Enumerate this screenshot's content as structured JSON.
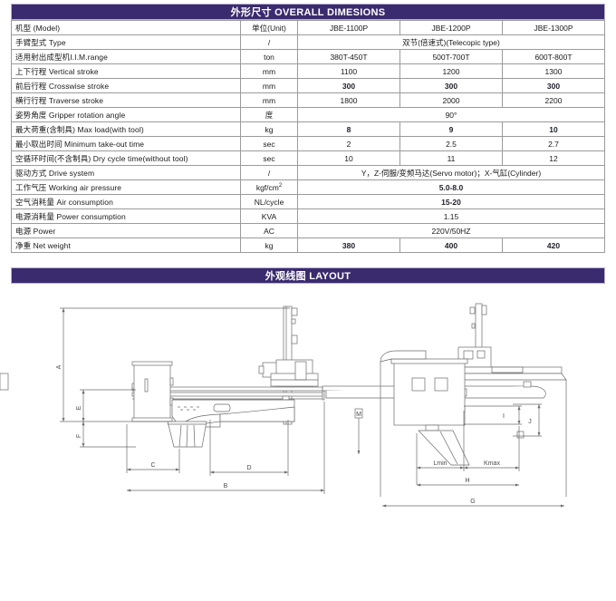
{
  "sections": {
    "dimensions_title": "外形尺寸 OVERALL DIMESIONS",
    "layout_title": "外观线图 LAYOUT"
  },
  "colors": {
    "banner_bg": "#3a2b6e",
    "banner_text": "#ffffff",
    "table_border": "#9b9b9b"
  },
  "spec_table": {
    "columns": [
      "机型 (Model)",
      "单位(Unit)",
      "JBE-1100P",
      "JBE-1200P",
      "JBE-1300P"
    ],
    "rows": [
      {
        "label": "机型 (Model)",
        "unit": "单位(Unit)",
        "values": [
          "JBE-1100P",
          "JBE-1200P",
          "JBE-1300P"
        ],
        "span": false,
        "bold": false
      },
      {
        "label": "手臂型式 Type",
        "unit": "/",
        "values": [
          "双节(倍速式)(Telecopic type)"
        ],
        "span": true,
        "bold": false
      },
      {
        "label": "适用射出成型机I.I.M.range",
        "unit": "ton",
        "values": [
          "380T-450T",
          "500T-700T",
          "600T-800T"
        ],
        "span": false,
        "bold": false
      },
      {
        "label": "上下行程 Vertical stroke",
        "unit": "mm",
        "values": [
          "1100",
          "1200",
          "1300"
        ],
        "span": false,
        "bold": false
      },
      {
        "label": "前后行程 Crosswise stroke",
        "unit": "mm",
        "values": [
          "300",
          "300",
          "300"
        ],
        "span": false,
        "bold": true
      },
      {
        "label": "横行行程 Traverse stroke",
        "unit": "mm",
        "values": [
          "1800",
          "2000",
          "2200"
        ],
        "span": false,
        "bold": false
      },
      {
        "label": "姿势角度 Gripper rotation angle",
        "unit": "度",
        "values": [
          "90°"
        ],
        "span": true,
        "bold": false
      },
      {
        "label": "最大荷重(含制具) Max load(with tool)",
        "unit": "kg",
        "values": [
          "8",
          "9",
          "10"
        ],
        "span": false,
        "bold": true
      },
      {
        "label": "最小取出时间 Minimum take-out time",
        "unit": "sec",
        "values": [
          "2",
          "2.5",
          "2.7"
        ],
        "span": false,
        "bold": false
      },
      {
        "label": "空循环时间(不含制具) Dry cycle time(without tool)",
        "unit": "sec",
        "values": [
          "10",
          "11",
          "12"
        ],
        "span": false,
        "bold": false
      },
      {
        "label": "驱动方式 Drive system",
        "unit": "/",
        "values": [
          "Y，Z-伺服/变频马达(Servo motor)；X-气缸(Cylinder)"
        ],
        "span": true,
        "bold": false
      },
      {
        "label": "工作气压 Working air pressure",
        "unit": "kgf/cm2",
        "values": [
          "5.0-8.0"
        ],
        "span": true,
        "bold": true
      },
      {
        "label": "空气消耗量 Air consumption",
        "unit": "NL/cycle",
        "values": [
          "15-20"
        ],
        "span": true,
        "bold": true
      },
      {
        "label": "电源消耗量 Power consumption",
        "unit": "KVA",
        "values": [
          "1.15"
        ],
        "span": true,
        "bold": false
      },
      {
        "label": "电源 Power",
        "unit": "AC",
        "values": [
          "220V/50HZ"
        ],
        "span": true,
        "bold": false
      },
      {
        "label": "净重 Net weight",
        "unit": "kg",
        "values": [
          "380",
          "400",
          "420"
        ],
        "span": false,
        "bold": true
      }
    ]
  },
  "layout_drawing": {
    "side_view_labels": {
      "A": "A",
      "E": "E",
      "F": "F",
      "C": "C",
      "B": "B",
      "D": "D",
      "M": "M"
    },
    "front_view_labels": {
      "Lmin": "Lmin",
      "Kmax": "Kmax",
      "H": "H",
      "G": "G",
      "I": "I",
      "J": "J"
    }
  }
}
